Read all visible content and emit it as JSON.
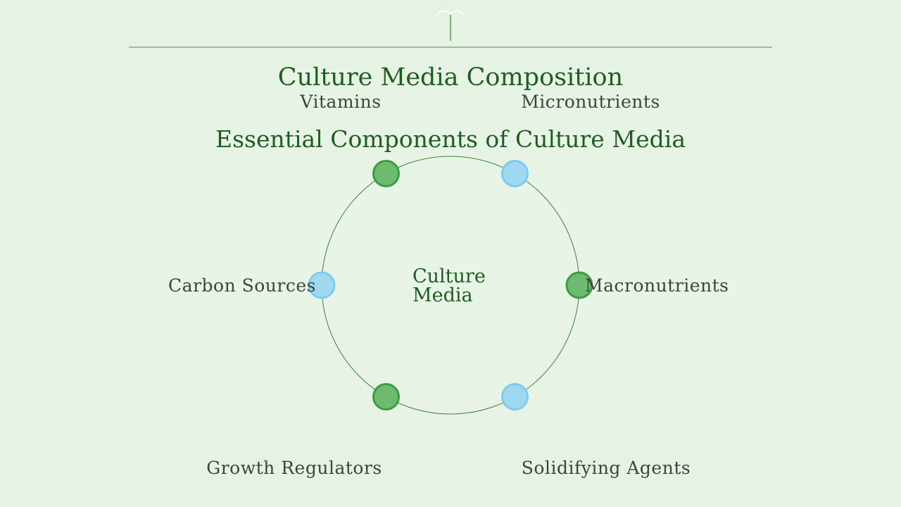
{
  "title": "Culture Media Composition",
  "subtitle": "Essential Components of Culture Media",
  "center_label": [
    "Culture",
    "Media"
  ],
  "components": [
    {
      "label": "Vitamins",
      "color": "green"
    },
    {
      "label": "Micronutrients",
      "color": "blue"
    },
    {
      "label": "Macronutrients",
      "color": "green"
    },
    {
      "label": "Solidifying Agents",
      "color": "blue"
    },
    {
      "label": "Growth Regulators",
      "color": "green"
    },
    {
      "label": "Carbon Sources",
      "color": "blue"
    }
  ],
  "colors": {
    "background": "#e7f3e5",
    "title": "#1f5e22",
    "label": "#3b463b",
    "rule_line": "#4a8a4c",
    "ring_line": "#3f7f41",
    "node_green_fill": "#6dbb6f",
    "node_green_stroke": "#3d9b40",
    "node_blue_fill": "#9fd8f0",
    "node_blue_stroke": "#7ecbee"
  },
  "icons": {
    "top_ornament": "sprout-icon"
  }
}
